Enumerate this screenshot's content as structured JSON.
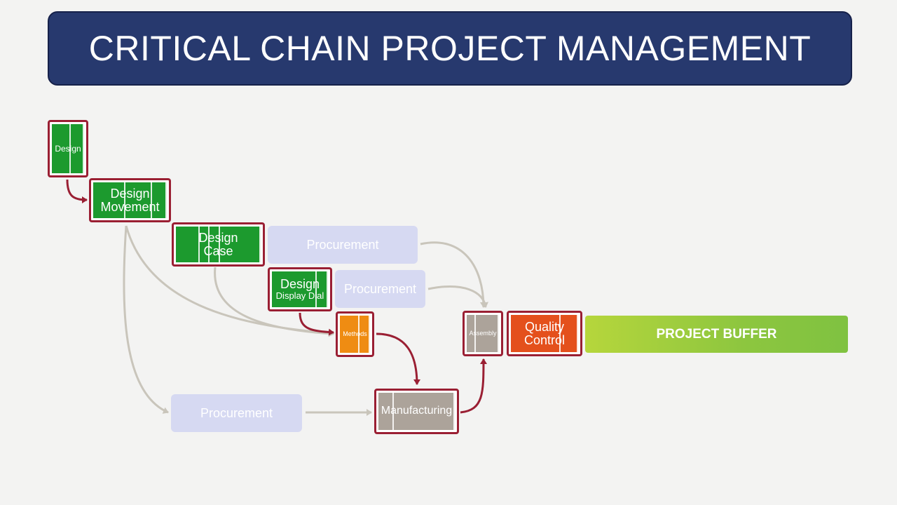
{
  "title": "CRITICAL CHAIN PROJECT MANAGEMENT",
  "tasks": {
    "design": {
      "label": "Design",
      "color": "green"
    },
    "design_movement": {
      "line1": "Design",
      "line2": "Movement",
      "color": "green"
    },
    "design_case": {
      "line1": "Design",
      "line2": "Case",
      "color": "green"
    },
    "design_display_dial": {
      "line1": "Design",
      "line2": "Display Dial",
      "color": "green"
    },
    "methods": {
      "label": "Methods",
      "color": "orange"
    },
    "manufacturing": {
      "label": "Manufacturing",
      "color": "gray"
    },
    "assembly": {
      "label": "Assembly",
      "color": "gray"
    },
    "quality_control": {
      "line1": "Quality",
      "line2": "Control",
      "color": "red"
    }
  },
  "procurements": [
    "Procurement",
    "Procurement",
    "Procurement"
  ],
  "buffer": {
    "label": "PROJECT BUFFER"
  },
  "colors": {
    "banner": "#27396e",
    "critical_border": "#9a1f33",
    "task_green": "#1c9a2e",
    "task_orange": "#ef8c12",
    "task_red": "#e4501c",
    "task_gray": "#aca39a",
    "procurement": "#d6d9f2",
    "buffer": "#8dc63f",
    "feeding_arrow": "#c9c5bb"
  }
}
